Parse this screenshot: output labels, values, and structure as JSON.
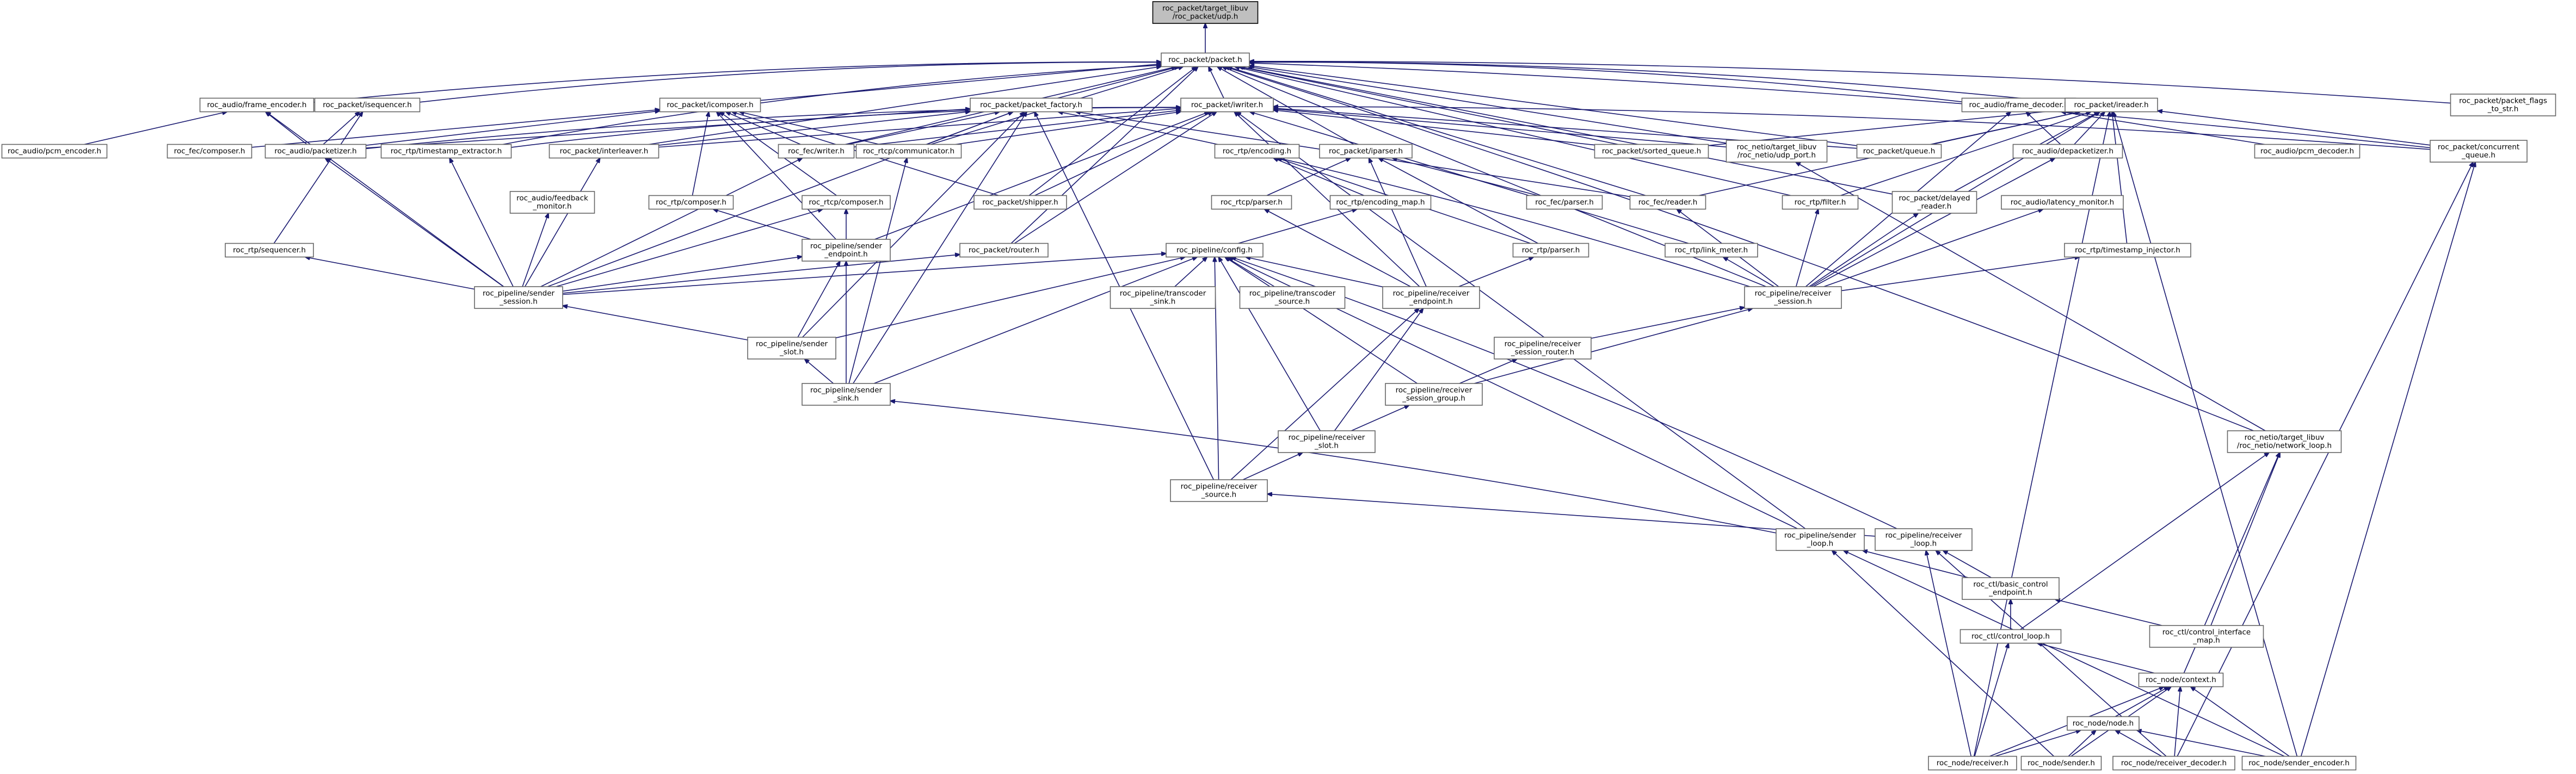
{
  "diagram": {
    "kind": "include dependency graph",
    "colors": {
      "edge": "#191970",
      "node_border": "#666666",
      "root_fill": "#bfbfbf",
      "background": "#ffffff"
    },
    "nodes": [
      {
        "id": "root",
        "lines": [
          "roc_packet/target_libuv",
          "/roc_packet/udp.h"
        ]
      },
      {
        "id": "packet",
        "lines": [
          "roc_packet/packet.h"
        ]
      },
      {
        "id": "frame_encoder",
        "lines": [
          "roc_audio/frame_encoder.h"
        ]
      },
      {
        "id": "sequencer",
        "lines": [
          "roc_packet/isequencer.h"
        ]
      },
      {
        "id": "icomposer",
        "lines": [
          "roc_packet/icomposer.h"
        ]
      },
      {
        "id": "packet_factory",
        "lines": [
          "roc_packet/packet_factory.h"
        ]
      },
      {
        "id": "iwriter",
        "lines": [
          "roc_packet/iwriter.h"
        ]
      },
      {
        "id": "frame_decoder",
        "lines": [
          "roc_audio/frame_decoder.h"
        ]
      },
      {
        "id": "ireader",
        "lines": [
          "roc_packet/ireader.h"
        ]
      },
      {
        "id": "flags_to_str",
        "lines": [
          "roc_packet/packet_flags",
          "_to_str.h"
        ]
      },
      {
        "id": "pcm_encoder",
        "lines": [
          "roc_audio/pcm_encoder.h"
        ]
      },
      {
        "id": "fec_composer",
        "lines": [
          "roc_fec/composer.h"
        ]
      },
      {
        "id": "packetizer",
        "lines": [
          "roc_audio/packetizer.h"
        ]
      },
      {
        "id": "ts_extractor",
        "lines": [
          "roc_rtp/timestamp_extractor.h"
        ]
      },
      {
        "id": "interleaver",
        "lines": [
          "roc_packet/interleaver.h"
        ]
      },
      {
        "id": "fec_writer",
        "lines": [
          "roc_fec/writer.h"
        ]
      },
      {
        "id": "rtcp_communicator",
        "lines": [
          "roc_rtcp/communicator.h"
        ]
      },
      {
        "id": "rtp_encoding",
        "lines": [
          "roc_rtp/encoding.h"
        ]
      },
      {
        "id": "iparser",
        "lines": [
          "roc_packet/iparser.h"
        ]
      },
      {
        "id": "sorted_queue",
        "lines": [
          "roc_packet/sorted_queue.h"
        ]
      },
      {
        "id": "udp_port",
        "lines": [
          "roc_netio/target_libuv",
          "/roc_netio/udp_port.h"
        ]
      },
      {
        "id": "queue",
        "lines": [
          "roc_packet/queue.h"
        ]
      },
      {
        "id": "depacketizer",
        "lines": [
          "roc_audio/depacketizer.h"
        ]
      },
      {
        "id": "pcm_decoder",
        "lines": [
          "roc_audio/pcm_decoder.h"
        ]
      },
      {
        "id": "concurrent_queue",
        "lines": [
          "roc_packet/concurrent",
          "_queue.h"
        ]
      },
      {
        "id": "feedback_monitor",
        "lines": [
          "roc_audio/feedback",
          "_monitor.h"
        ]
      },
      {
        "id": "rtp_composer",
        "lines": [
          "roc_rtp/composer.h"
        ]
      },
      {
        "id": "rtcp_composer",
        "lines": [
          "roc_rtcp/composer.h"
        ]
      },
      {
        "id": "shipper",
        "lines": [
          "roc_packet/shipper.h"
        ]
      },
      {
        "id": "rtcp_parser",
        "lines": [
          "roc_rtcp/parser.h"
        ]
      },
      {
        "id": "encoding_map",
        "lines": [
          "roc_rtp/encoding_map.h"
        ]
      },
      {
        "id": "fec_parser",
        "lines": [
          "roc_fec/parser.h"
        ]
      },
      {
        "id": "fec_reader",
        "lines": [
          "roc_fec/reader.h"
        ]
      },
      {
        "id": "rtp_filter",
        "lines": [
          "roc_rtp/filter.h"
        ]
      },
      {
        "id": "delayed_reader",
        "lines": [
          "roc_packet/delayed",
          "_reader.h"
        ]
      },
      {
        "id": "latency_monitor",
        "lines": [
          "roc_audio/latency_monitor.h"
        ]
      },
      {
        "id": "rtp_sequencer",
        "lines": [
          "roc_rtp/sequencer.h"
        ]
      },
      {
        "id": "sender_endpoint",
        "lines": [
          "roc_pipeline/sender",
          "_endpoint.h"
        ]
      },
      {
        "id": "router",
        "lines": [
          "roc_packet/router.h"
        ]
      },
      {
        "id": "pipeline_config",
        "lines": [
          "roc_pipeline/config.h"
        ]
      },
      {
        "id": "rtp_parser",
        "lines": [
          "roc_rtp/parser.h"
        ]
      },
      {
        "id": "link_meter",
        "lines": [
          "roc_rtp/link_meter.h"
        ]
      },
      {
        "id": "ts_injector",
        "lines": [
          "roc_rtp/timestamp_injector.h"
        ]
      },
      {
        "id": "sender_session",
        "lines": [
          "roc_pipeline/sender",
          "_session.h"
        ]
      },
      {
        "id": "transcoder_sink",
        "lines": [
          "roc_pipeline/transcoder",
          "_sink.h"
        ]
      },
      {
        "id": "transcoder_source",
        "lines": [
          "roc_pipeline/transcoder",
          "_source.h"
        ]
      },
      {
        "id": "receiver_endpoint",
        "lines": [
          "roc_pipeline/receiver",
          "_endpoint.h"
        ]
      },
      {
        "id": "receiver_session",
        "lines": [
          "roc_pipeline/receiver",
          "_session.h"
        ]
      },
      {
        "id": "sender_slot",
        "lines": [
          "roc_pipeline/sender",
          "_slot.h"
        ]
      },
      {
        "id": "session_router",
        "lines": [
          "roc_pipeline/receiver",
          "_session_router.h"
        ]
      },
      {
        "id": "sender_sink",
        "lines": [
          "roc_pipeline/sender",
          "_sink.h"
        ]
      },
      {
        "id": "session_group",
        "lines": [
          "roc_pipeline/receiver",
          "_session_group.h"
        ]
      },
      {
        "id": "receiver_slot",
        "lines": [
          "roc_pipeline/receiver",
          "_slot.h"
        ]
      },
      {
        "id": "network_loop",
        "lines": [
          "roc_netio/target_libuv",
          "/roc_netio/network_loop.h"
        ]
      },
      {
        "id": "receiver_source",
        "lines": [
          "roc_pipeline/receiver",
          "_source.h"
        ]
      },
      {
        "id": "sender_loop",
        "lines": [
          "roc_pipeline/sender",
          "_loop.h"
        ]
      },
      {
        "id": "receiver_loop",
        "lines": [
          "roc_pipeline/receiver",
          "_loop.h"
        ]
      },
      {
        "id": "basic_control_endpoint",
        "lines": [
          "roc_ctl/basic_control",
          "_endpoint.h"
        ]
      },
      {
        "id": "control_loop",
        "lines": [
          "roc_ctl/control_loop.h"
        ]
      },
      {
        "id": "control_interface_map",
        "lines": [
          "roc_ctl/control_interface",
          "_map.h"
        ]
      },
      {
        "id": "node_context",
        "lines": [
          "roc_node/context.h"
        ]
      },
      {
        "id": "node_node",
        "lines": [
          "roc_node/node.h"
        ]
      },
      {
        "id": "node_receiver",
        "lines": [
          "roc_node/receiver.h"
        ]
      },
      {
        "id": "node_sender",
        "lines": [
          "roc_node/sender.h"
        ]
      },
      {
        "id": "receiver_decoder",
        "lines": [
          "roc_node/receiver_decoder.h"
        ]
      },
      {
        "id": "sender_encoder",
        "lines": [
          "roc_node/sender_encoder.h"
        ]
      }
    ],
    "edges": [
      [
        "packet",
        "root"
      ],
      [
        "frame_encoder",
        "packet"
      ],
      [
        "sequencer",
        "packet"
      ],
      [
        "icomposer",
        "packet"
      ],
      [
        "packet_factory",
        "packet"
      ],
      [
        "iwriter",
        "packet"
      ],
      [
        "frame_decoder",
        "packet"
      ],
      [
        "ireader",
        "packet"
      ],
      [
        "flags_to_str",
        "packet"
      ],
      [
        "ts_extractor",
        "packet"
      ],
      [
        "interleaver",
        "packet"
      ],
      [
        "fec_writer",
        "packet"
      ],
      [
        "rtcp_communicator",
        "packet"
      ],
      [
        "iparser",
        "packet"
      ],
      [
        "sorted_queue",
        "packet"
      ],
      [
        "udp_port",
        "packet"
      ],
      [
        "queue",
        "packet"
      ],
      [
        "concurrent_queue",
        "packet"
      ],
      [
        "router",
        "packet"
      ],
      [
        "shipper",
        "packet"
      ],
      [
        "fec_reader",
        "packet"
      ],
      [
        "rtp_filter",
        "packet"
      ],
      [
        "delayed_reader",
        "packet"
      ],
      [
        "receiver_session",
        "packet"
      ],
      [
        "network_loop",
        "packet"
      ],
      [
        "pcm_encoder",
        "frame_encoder"
      ],
      [
        "packetizer",
        "frame_encoder"
      ],
      [
        "sender_session",
        "frame_encoder"
      ],
      [
        "packetizer",
        "sequencer"
      ],
      [
        "rtp_sequencer",
        "sequencer"
      ],
      [
        "fec_composer",
        "icomposer"
      ],
      [
        "packetizer",
        "icomposer"
      ],
      [
        "fec_writer",
        "icomposer"
      ],
      [
        "rtcp_communicator",
        "icomposer"
      ],
      [
        "rtp_composer",
        "icomposer"
      ],
      [
        "rtcp_composer",
        "icomposer"
      ],
      [
        "shipper",
        "icomposer"
      ],
      [
        "sender_endpoint",
        "icomposer"
      ],
      [
        "packetizer",
        "packet_factory"
      ],
      [
        "interleaver",
        "packet_factory"
      ],
      [
        "fec_writer",
        "packet_factory"
      ],
      [
        "rtcp_communicator",
        "packet_factory"
      ],
      [
        "fec_reader",
        "packet_factory"
      ],
      [
        "sender_session",
        "packet_factory"
      ],
      [
        "sender_slot",
        "packet_factory"
      ],
      [
        "receiver_session",
        "packet_factory"
      ],
      [
        "receiver_source",
        "packet_factory"
      ],
      [
        "sender_sink",
        "packet_factory"
      ],
      [
        "packetizer",
        "iwriter"
      ],
      [
        "ts_extractor",
        "iwriter"
      ],
      [
        "interleaver",
        "iwriter"
      ],
      [
        "fec_writer",
        "iwriter"
      ],
      [
        "rtcp_communicator",
        "iwriter"
      ],
      [
        "sorted_queue",
        "iwriter"
      ],
      [
        "udp_port",
        "iwriter"
      ],
      [
        "queue",
        "iwriter"
      ],
      [
        "concurrent_queue",
        "iwriter"
      ],
      [
        "router",
        "iwriter"
      ],
      [
        "shipper",
        "iwriter"
      ],
      [
        "sender_endpoint",
        "iwriter"
      ],
      [
        "receiver_endpoint",
        "iwriter"
      ],
      [
        "link_meter",
        "iwriter"
      ],
      [
        "sender_loop",
        "iwriter"
      ],
      [
        "pcm_decoder",
        "frame_decoder"
      ],
      [
        "depacketizer",
        "frame_decoder"
      ],
      [
        "receiver_session",
        "frame_decoder"
      ],
      [
        "sorted_queue",
        "ireader"
      ],
      [
        "queue",
        "ireader"
      ],
      [
        "depacketizer",
        "ireader"
      ],
      [
        "concurrent_queue",
        "ireader"
      ],
      [
        "fec_reader",
        "ireader"
      ],
      [
        "rtp_filter",
        "ireader"
      ],
      [
        "delayed_reader",
        "ireader"
      ],
      [
        "receiver_session",
        "ireader"
      ],
      [
        "ts_injector",
        "ireader"
      ],
      [
        "node_receiver",
        "ireader"
      ],
      [
        "sender_encoder",
        "ireader"
      ],
      [
        "rtcp_parser",
        "iparser"
      ],
      [
        "rtp_parser",
        "iparser"
      ],
      [
        "fec_parser",
        "iparser"
      ],
      [
        "receiver_endpoint",
        "iparser"
      ],
      [
        "rtp_parser",
        "rtp_encoding"
      ],
      [
        "encoding_map",
        "rtp_encoding"
      ],
      [
        "sender_session",
        "packetizer"
      ],
      [
        "sender_session",
        "ts_extractor"
      ],
      [
        "sender_session",
        "interleaver"
      ],
      [
        "sender_session",
        "fec_writer"
      ],
      [
        "sender_sink",
        "rtcp_communicator"
      ],
      [
        "sender_session",
        "feedback_monitor"
      ],
      [
        "receiver_session",
        "depacketizer"
      ],
      [
        "receiver_session",
        "latency_monitor"
      ],
      [
        "receiver_session",
        "delayed_reader"
      ],
      [
        "receiver_session",
        "rtp_filter"
      ],
      [
        "receiver_session",
        "fec_reader"
      ],
      [
        "receiver_session",
        "link_meter"
      ],
      [
        "receiver_session",
        "ts_injector"
      ],
      [
        "sender_endpoint",
        "rtp_composer"
      ],
      [
        "sender_endpoint",
        "rtcp_composer"
      ],
      [
        "sender_session",
        "rtcp_composer"
      ],
      [
        "sender_session",
        "rtp_sequencer"
      ],
      [
        "sender_session",
        "router"
      ],
      [
        "sender_session",
        "sender_endpoint"
      ],
      [
        "sender_session",
        "pipeline_config"
      ],
      [
        "pipeline_config",
        "encoding_map"
      ],
      [
        "receiver_endpoint",
        "pipeline_config"
      ],
      [
        "receiver_endpoint",
        "rtcp_parser"
      ],
      [
        "receiver_endpoint",
        "rtp_parser"
      ],
      [
        "transcoder_sink",
        "pipeline_config"
      ],
      [
        "transcoder_source",
        "pipeline_config"
      ],
      [
        "sender_slot",
        "pipeline_config"
      ],
      [
        "sender_sink",
        "pipeline_config"
      ],
      [
        "receiver_slot",
        "pipeline_config"
      ],
      [
        "receiver_source",
        "pipeline_config"
      ],
      [
        "session_group",
        "pipeline_config"
      ],
      [
        "sender_loop",
        "pipeline_config"
      ],
      [
        "receiver_loop",
        "pipeline_config"
      ],
      [
        "sender_slot",
        "sender_session"
      ],
      [
        "sender_slot",
        "sender_endpoint"
      ],
      [
        "sender_sink",
        "sender_slot"
      ],
      [
        "sender_sink",
        "sender_endpoint"
      ],
      [
        "receiver_slot",
        "receiver_endpoint"
      ],
      [
        "session_group",
        "receiver_session"
      ],
      [
        "session_router",
        "receiver_session"
      ],
      [
        "session_group",
        "session_router"
      ],
      [
        "receiver_slot",
        "session_group"
      ],
      [
        "receiver_source",
        "receiver_slot"
      ],
      [
        "receiver_source",
        "receiver_endpoint"
      ],
      [
        "sender_loop",
        "sender_sink"
      ],
      [
        "receiver_loop",
        "receiver_source"
      ],
      [
        "basic_control_endpoint",
        "sender_loop"
      ],
      [
        "basic_control_endpoint",
        "receiver_loop"
      ],
      [
        "control_loop",
        "basic_control_endpoint"
      ],
      [
        "control_interface_map",
        "basic_control_endpoint"
      ],
      [
        "control_loop",
        "network_loop"
      ],
      [
        "control_interface_map",
        "network_loop"
      ],
      [
        "node_context",
        "network_loop"
      ],
      [
        "node_context",
        "control_loop"
      ],
      [
        "network_loop",
        "udp_port"
      ],
      [
        "node_node",
        "node_context"
      ],
      [
        "node_receiver",
        "node_context"
      ],
      [
        "node_sender",
        "node_context"
      ],
      [
        "receiver_decoder",
        "node_context"
      ],
      [
        "sender_encoder",
        "node_context"
      ],
      [
        "node_receiver",
        "node_node"
      ],
      [
        "node_sender",
        "node_node"
      ],
      [
        "receiver_decoder",
        "node_node"
      ],
      [
        "sender_encoder",
        "node_node"
      ],
      [
        "node_receiver",
        "receiver_loop"
      ],
      [
        "node_sender",
        "sender_loop"
      ],
      [
        "receiver_decoder",
        "receiver_loop"
      ],
      [
        "sender_encoder",
        "sender_loop"
      ],
      [
        "node_receiver",
        "control_loop"
      ],
      [
        "receiver_decoder",
        "concurrent_queue"
      ],
      [
        "sender_encoder",
        "concurrent_queue"
      ]
    ]
  }
}
